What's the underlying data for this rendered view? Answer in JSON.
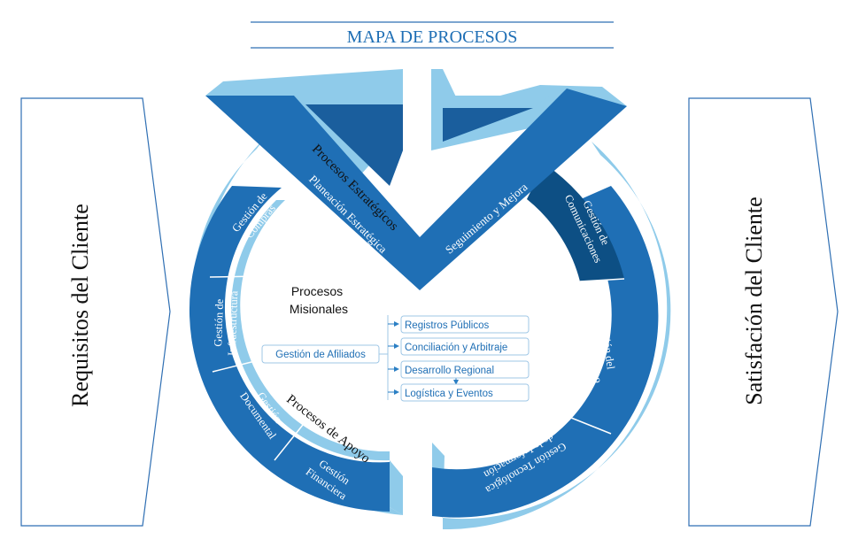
{
  "title": "MAPA DE PROCESOS",
  "left_arrow_label": "Requisitos del Cliente",
  "right_arrow_label": "Satisfación del Cliente",
  "strategic": {
    "label": "Procesos Estratégicos",
    "planning": "Planeación Estratégica",
    "improvement": "Seguimiento y Mejora"
  },
  "support": {
    "label": "Procesos de Apoyo",
    "compras": [
      "Gestión de",
      "Compras"
    ],
    "infraestructura": [
      "Gestión de",
      "Infraestructura"
    ],
    "documental": [
      "Gestión",
      "Documental"
    ],
    "financiera": [
      "Gestión",
      "Financiera"
    ],
    "comunicaciones": [
      "Gestión de",
      "Comunicaciones"
    ],
    "talento": [
      "Gestión del",
      "Talento Humano"
    ],
    "tecnologica": [
      "Gestión Tecnológica",
      "de la Información"
    ]
  },
  "misionales": {
    "label_line1": "Procesos",
    "label_line2": "Misionales",
    "afiliados": "Gestión de Afiliados",
    "items": [
      "Registros Públicos",
      "Conciliación y Arbitraje",
      "Desarrollo Regional",
      "Logística y Eventos"
    ]
  },
  "colors": {
    "dark_blue": "#1f6fb5",
    "mid_blue": "#2b7fc4",
    "light_blue": "#8fcbea",
    "navy": "#0d4f84",
    "outline": "#2f6fb3"
  }
}
